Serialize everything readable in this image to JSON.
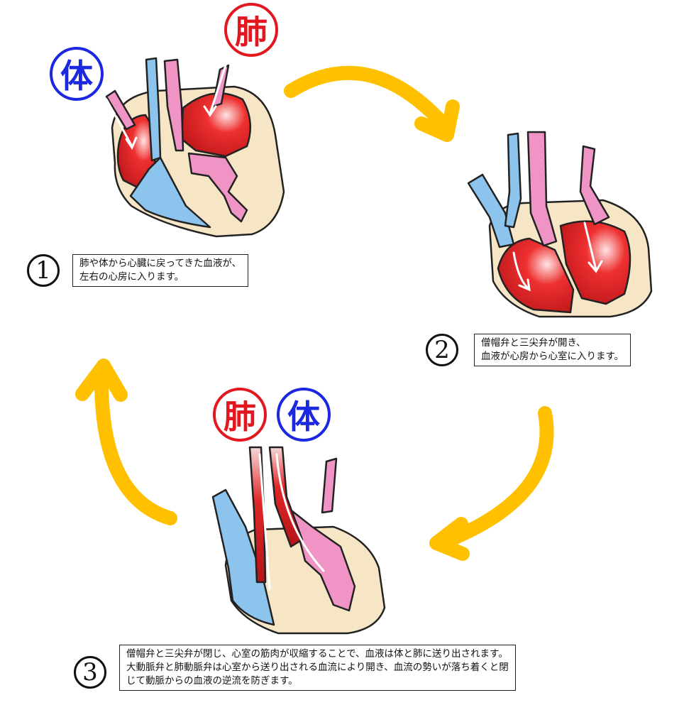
{
  "legend": {
    "body_char": "体",
    "lung_char": "肺",
    "body_color": "#1c28e0",
    "lung_color": "#e21820"
  },
  "colors": {
    "arrow": "#ffc000",
    "blood_red": "#e02020",
    "vein_blue": "#8cc4ee",
    "artery_pink": "#ef94c4",
    "tissue": "#f6e6c6",
    "outline": "#222222"
  },
  "steps": [
    {
      "number": "1",
      "lines": [
        "肺や体から心臓に戻ってきた血液が、",
        "左右の心房に入ります。"
      ]
    },
    {
      "number": "2",
      "lines": [
        "僧帽弁と三尖弁が開き、",
        "血液が心房から心室に入ります。"
      ]
    },
    {
      "number": "3",
      "lines": [
        "僧帽弁と三尖弁が閉じ、心室の筋肉が収縮することで、血液は体と肺に送り出されます。",
        "大動脈弁と肺動脈弁は心室から送り出される血流により開き、血流の勢いが落ち着くと閉",
        "じて動脈からの血液の逆流を防ぎます。"
      ]
    }
  ]
}
